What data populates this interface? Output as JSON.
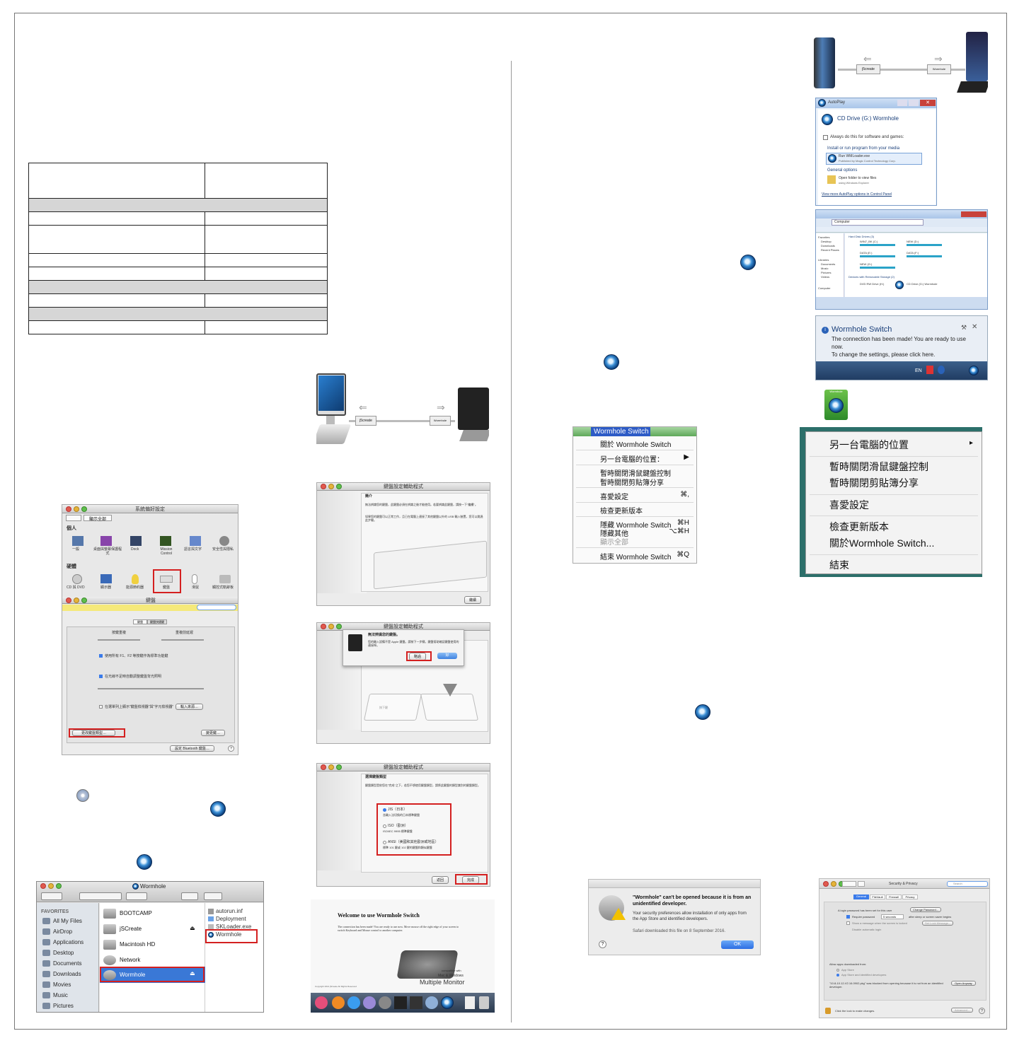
{
  "autoplay": {
    "title": "AutoPlay",
    "drive": "CD Drive (G:) Wormhole",
    "always": "Always do this for software and games:",
    "install_header": "Install or run program from your media",
    "run_title": "Run WMLoader.exe",
    "run_sub": "Published by Magic Control Technology Corp.",
    "general": "General options",
    "open_folder": "Open folder to view files",
    "open_sub": "using Windows Explorer",
    "more": "View more AutoPlay options in Control Panel"
  },
  "explorer": {
    "address": "Computer",
    "hdd_header": "Hard Disk Drives (3)",
    "drives": [
      "WIN7_BK (C:)",
      "NEW (D:)",
      "DATA (E:)",
      "DATA (F:)",
      "NEW (G:)"
    ],
    "removable_header": "Devices with Removable Storage (2)",
    "dvd": "DVD RW Drive (H:)",
    "cd": "CD Drive (G:) Wormhole",
    "nav": [
      "Favorites",
      "Desktop",
      "Downloads",
      "Recent Places",
      "Libraries",
      "Documents",
      "Music",
      "Pictures",
      "Videos",
      "Computer"
    ]
  },
  "notification": {
    "title": "Wormhole Switch",
    "line1": "The connection has been made! You are ready to use",
    "line2": "now.",
    "line3": "To change the settings, please click here.",
    "lang": "EN"
  },
  "tray_icon_label": "Wormhole",
  "mac_menu": {
    "app": "Wormhole Switch",
    "items": [
      {
        "label": "關於 Wormhole Switch",
        "sc": ""
      },
      {
        "label": "另一台電腦的位置：",
        "sc": "▶"
      },
      {
        "label": "暫時關閉滑鼠鍵盤控制",
        "sc": ""
      },
      {
        "label": "暫時關閉剪貼簿分享",
        "sc": ""
      },
      {
        "label": "喜愛設定",
        "sc": "⌘,"
      },
      {
        "label": "檢查更新版本",
        "sc": ""
      },
      {
        "label": "隱藏 Wormhole Switch",
        "sc": "⌘H"
      },
      {
        "label": "隱藏其他",
        "sc": "⌥⌘H"
      },
      {
        "label": "顯示全部",
        "sc": ""
      },
      {
        "label": "結束 Wormhole Switch",
        "sc": "⌘Q"
      }
    ]
  },
  "win_menu": {
    "items": [
      "另一台電腦的位置",
      "暫時關閉滑鼠鍵盤控制",
      "暫時關閉剪貼簿分享",
      "喜愛設定",
      "檢查更新版本",
      "關於Wormhole Switch...",
      "結束"
    ]
  },
  "sysprefs": {
    "title": "系統偏好設定",
    "show_all": "顯示全部",
    "personal": "個人",
    "personal_items": [
      "一般",
      "桌面與螢幕保護程式",
      "Dock",
      "Mission Control",
      "語言與文字",
      "安全性與隱私"
    ],
    "hardware": "硬體",
    "hardware_items": [
      "CD 與 DVD",
      "顯示器",
      "能源節約器",
      "鍵盤",
      "滑鼠",
      "觸控式軌跡板"
    ],
    "kb_title": "鍵盤",
    "tabs": [
      "鍵盤",
      "鍵盤快捷鍵"
    ],
    "repeat": "按鍵重複",
    "delay": "重複前延遲",
    "opt1": "使用所有 F1、F2 等按鍵作為標準功能鍵",
    "opt2": "在光線不足時自動調整鍵盤背光照明",
    "opt3": "在選單列上顯示\"鍵盤檢視器\"與\"字元檢視器\"",
    "input": "輸入來源…",
    "change_kb": "更改鍵盤類型…",
    "modifier": "變更鍵…",
    "bt": "設定 Bluetooth 鍵盤…"
  },
  "kb_assistant": {
    "title": "鍵盤設定輔助程式",
    "intro_head": "簡介",
    "intro_text": "無法辨識您的鍵盤，此鍵盤必須在辨識之後才能使用。若要辨識此鍵盤，請按一下\"繼續\"。",
    "intro_text2": "如果您的鍵盤可以正常工作，且已在電腦上連接了其他鍵盤以外的 USB 輸入裝置，您可以跳過此步驟。",
    "continue": "繼續",
    "dlg_head": "無法辨識您的鍵盤。",
    "dlg_text": "您的輸入設備不是 Apple 鍵盤。請按下一步驟，鍵盤幫助確認鍵盤使用的連接埠。",
    "skip": "略過",
    "ok": "好",
    "press": "按下鍵",
    "choose_head": "選擇鍵盤類型",
    "choose_text": "鍵盤類型是依您在\"完成\"之下，若您不想使用鍵盤類型，請將此鍵盤的類型識別的鍵盤類型。",
    "jis": "JIS（日本）",
    "jis_sub": "含輸入法切換的日本標準鍵盤",
    "iso": "ISO（歐洲）",
    "iso_sub": "ISO/IEC 9995 標準鍵盤",
    "ansi": "ANSI（美國和其他歐洲或地區）",
    "ansi_sub": "標準 101 鍵或 102 鍵的鍵盤和類似鍵盤",
    "back": "返回",
    "done": "完成"
  },
  "finder": {
    "title": "Wormhole",
    "fav_header": "FAVORITES",
    "favorites": [
      "All My Files",
      "AirDrop",
      "Applications",
      "Desktop",
      "Documents",
      "Downloads",
      "Movies",
      "Music",
      "Pictures"
    ],
    "devices": [
      "BOOTCAMP",
      "jSCreate",
      "Macintosh HD",
      "Network",
      "Wormhole"
    ],
    "files": [
      "autorun.inf",
      "Deployment",
      "SKLoader.exe",
      "Wormhole"
    ]
  },
  "welcome": {
    "title": "Welcome to use Wormhole Switch",
    "text": "The connection has been made! You are ready to use now. Move mouse off the right edge of your screen to switch Keyboard and Mouse control to another computer.",
    "compat": "compatible with",
    "platform": "Mac & Windows",
    "multi": "Multiple Monitor",
    "copyright": "Copyright 2014 j5create All Rights Reserved"
  },
  "gatekeeper": {
    "title": "\"Wormhole\" can't be opened because it is from an unidentified developer.",
    "text": "Your security preferences allow installation of only apps from the App Store and identified developers.",
    "downloaded": "Safari downloaded this file on 8 September 2016.",
    "ok": "OK"
  },
  "security": {
    "title": "Security & Privacy",
    "search": "Search",
    "tabs": [
      "General",
      "FileVault",
      "Firewall",
      "Privacy"
    ],
    "login_pw": "A login password has been set for this user",
    "change_pw": "Change Password...",
    "require": "Require password",
    "secs": "5 seconds",
    "after": "after sleep or screen saver begins",
    "show_msg": "Show a message when the screen is locked",
    "set_lock": "Set Lock Message...",
    "disable_auto": "Disable automatic login",
    "allow": "Allow apps downloaded from:",
    "app_store": "App Store",
    "app_store_dev": "App Store and identified developers",
    "blocked": "\"10.8-10.12-V2.16.0902.pkg\" was blocked from opening because it is not from an identified developer.",
    "open_anyway": "Open Anyway",
    "lock": "Click the lock to make changes.",
    "advanced": "Advanced..."
  },
  "cable": {
    "left": "j5create",
    "right": "Wormhole"
  }
}
